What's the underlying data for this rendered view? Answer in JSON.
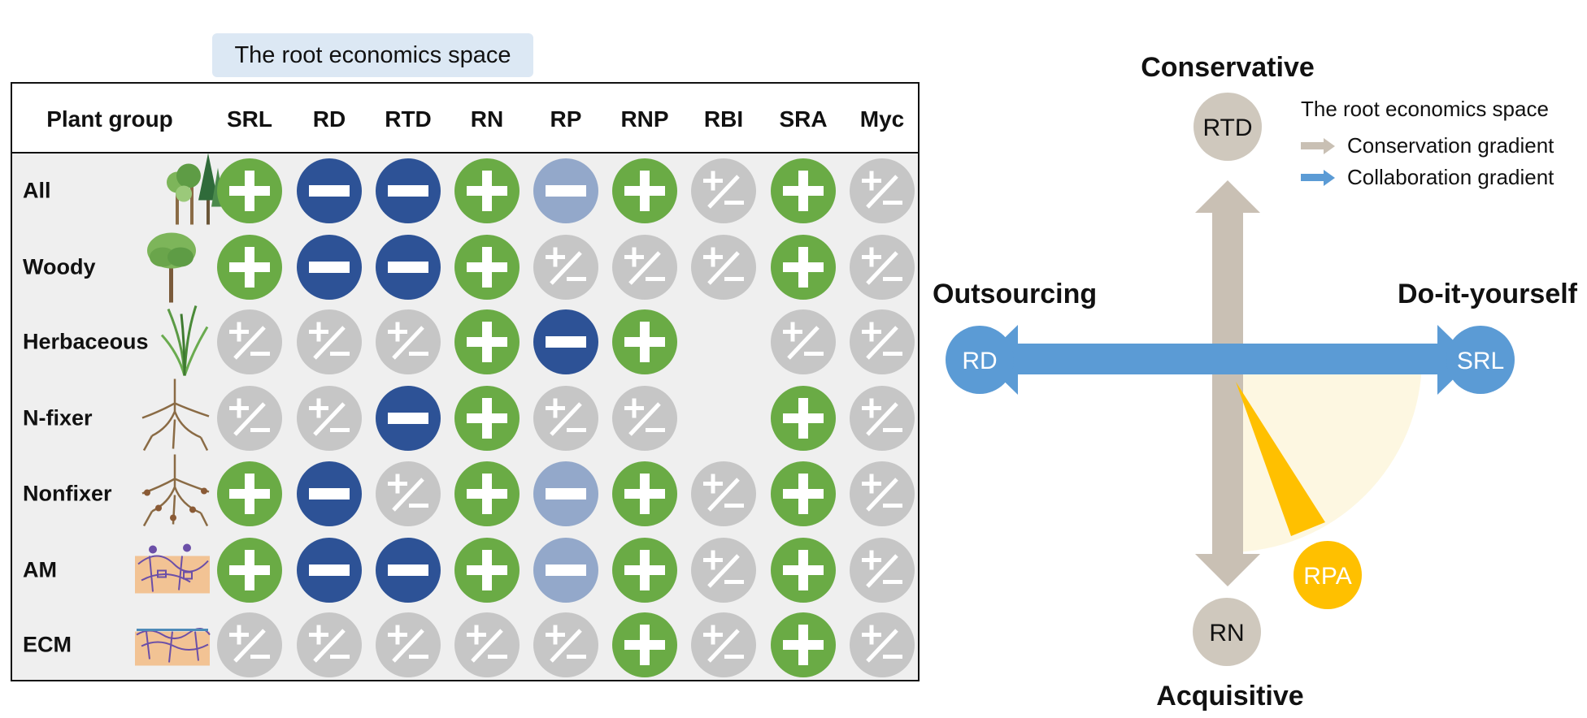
{
  "table": {
    "title": "The root economics space",
    "header_first": "Plant group",
    "columns": [
      "SRL",
      "RD",
      "RTD",
      "RN",
      "RP",
      "RNP",
      "RBI",
      "SRA",
      "Myc"
    ],
    "rows": [
      {
        "label": "All",
        "icon": "tree-group-icon",
        "cells": [
          "pos",
          "neg",
          "neg",
          "pos",
          "neglight",
          "pos",
          "mix",
          "pos",
          "mix"
        ]
      },
      {
        "label": "Woody",
        "icon": "tree-icon",
        "cells": [
          "pos",
          "neg",
          "neg",
          "pos",
          "mix",
          "mix",
          "mix",
          "pos",
          "mix"
        ]
      },
      {
        "label": "Herbaceous",
        "icon": "grass-icon",
        "cells": [
          "mix",
          "mix",
          "mix",
          "pos",
          "neg",
          "pos",
          "",
          "mix",
          "mix"
        ]
      },
      {
        "label": "N-fixer",
        "icon": "root-icon",
        "cells": [
          "mix",
          "mix",
          "neg",
          "pos",
          "mix",
          "mix",
          "",
          "pos",
          "mix"
        ]
      },
      {
        "label": "Nonfixer",
        "icon": "root-nodule-icon",
        "cells": [
          "pos",
          "neg",
          "mix",
          "pos",
          "neglight",
          "pos",
          "mix",
          "pos",
          "mix"
        ]
      },
      {
        "label": "AM",
        "icon": "am-fungi-icon",
        "cells": [
          "pos",
          "neg",
          "neg",
          "pos",
          "neglight",
          "pos",
          "mix",
          "pos",
          "mix"
        ]
      },
      {
        "label": "ECM",
        "icon": "ecm-fungi-icon",
        "cells": [
          "mix",
          "mix",
          "mix",
          "mix",
          "mix",
          "pos",
          "mix",
          "pos",
          "mix"
        ]
      }
    ],
    "colors": {
      "positive": "#6aab45",
      "negative": "#2d5296",
      "negative_weak": "#93a8ca",
      "mixed": "#c6c6c6"
    }
  },
  "diagram": {
    "top_label": "Conservative",
    "bottom_label": "Acquisitive",
    "left_label": "Outsourcing",
    "right_label": "Do-it-yourself",
    "nodes": {
      "top": "RTD",
      "bottom": "RN",
      "left": "RD",
      "right": "SRL",
      "angled": "RPA"
    },
    "legend": {
      "title": "The root economics space",
      "items": [
        {
          "label": "Conservation gradient",
          "color": "#c9c0b4"
        },
        {
          "label": "Collaboration gradient",
          "color": "#5b9bd5"
        }
      ]
    },
    "colors": {
      "conservation": "#c9c0b4",
      "collaboration": "#5b9bd5",
      "rpa": "#ffc000",
      "sector": "#fdf7e1",
      "node_gray": "#cfc8bd"
    }
  }
}
